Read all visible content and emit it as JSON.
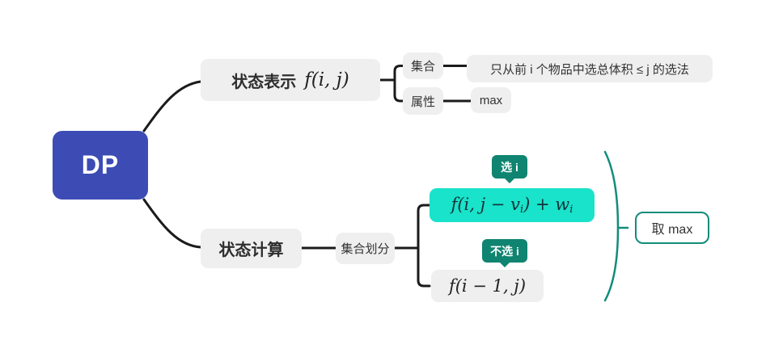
{
  "root": {
    "label": "DP"
  },
  "state_representation": {
    "label": "状态表示",
    "formula": "f(i, j)",
    "set_label": "集合",
    "set_description": "只从前 i 个物品中选总体积 ≤ j 的选法",
    "attribute_label": "属性",
    "attribute_value": "max"
  },
  "state_calculation": {
    "label": "状态计算",
    "partition_label": "集合划分",
    "choose": {
      "badge": "选 i",
      "formula": {
        "p0": "f(i, j − v",
        "s0": "i",
        "p1": ") + w",
        "s1": "i"
      }
    },
    "not_choose": {
      "badge": "不选 i",
      "formula": "f(i − 1, j)"
    },
    "summary_label": "取 max"
  },
  "colors": {
    "root_bg": "#3C4CB4",
    "root_text": "#FFFFFF",
    "node_bg": "#EFEFEF",
    "node_text": "#333333",
    "highlight_bg": "#19E3CA",
    "highlight_text": "#14323A",
    "badge_bg": "#0F8471",
    "teal_accent": "#128C7B",
    "line": "#1B1B1B"
  }
}
